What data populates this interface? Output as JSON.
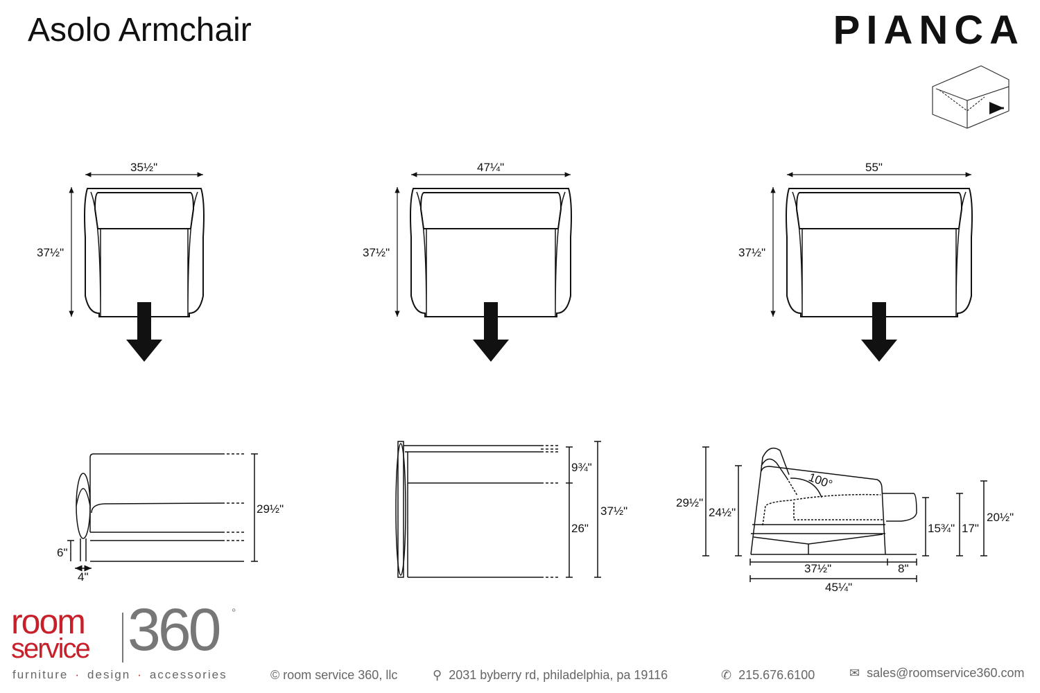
{
  "header": {
    "title": "Asolo Armchair",
    "brand": "PIANCA"
  },
  "top_views": [
    {
      "width_label": "35½\"",
      "depth_label": "37½\""
    },
    {
      "width_label": "47¼\"",
      "depth_label": "37½\""
    },
    {
      "width_label": "55\"",
      "depth_label": "37½\""
    }
  ],
  "front_view": {
    "height": "29½\"",
    "leg_height": "6\"",
    "leg_width": "4\""
  },
  "side_view": {
    "back": "9¾\"",
    "seat": "26\"",
    "total": "37½\""
  },
  "recline_view": {
    "angle": "100°",
    "h1": "29½\"",
    "h2": "24½\"",
    "h3": "15¾\"",
    "h4": "17\"",
    "h5": "20½\"",
    "depth": "37½\"",
    "ext": "8\"",
    "total": "45¼\""
  },
  "footer": {
    "logo_room": "room",
    "logo_service": "service",
    "logo_360": "360",
    "logo_degree": "°",
    "tagline": [
      "furniture",
      "design",
      "accessories"
    ],
    "copyright": "© room service 360, llc",
    "address": "2031 byberry rd, philadelphia, pa 19116",
    "phone": "215.676.6100",
    "email": "sales@roomservice360.com"
  },
  "colors": {
    "brand_red": "#c8202a",
    "logo_gray": "#777777"
  }
}
